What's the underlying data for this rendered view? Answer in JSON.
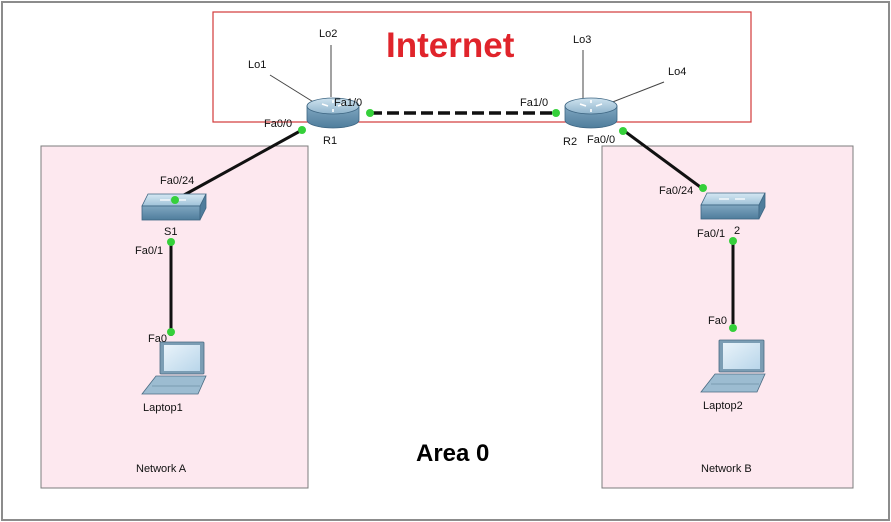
{
  "areas": {
    "internet": "Internet",
    "network_a": "Network A",
    "network_b": "Network B",
    "area0": "Area 0"
  },
  "devices": {
    "r1": "R1",
    "r2": "R2",
    "s1": "S1",
    "s2": "2",
    "laptop1": "Laptop1",
    "laptop2": "Laptop2"
  },
  "loopbacks": {
    "lo1": "Lo1",
    "lo2": "Lo2",
    "lo3": "Lo3",
    "lo4": "Lo4"
  },
  "ports": {
    "r1_fa00": "Fa0/0",
    "r1_fa10": "Fa1/0",
    "r2_fa10": "Fa1/0",
    "r2_fa00": "Fa0/0",
    "s1_fa024": "Fa0/24",
    "s1_fa01": "Fa0/1",
    "laptop1_fa0": "Fa0",
    "s2_fa024": "Fa0/24",
    "s2_fa01": "Fa0/1",
    "laptop2_fa0": "Fa0"
  },
  "colors": {
    "internet_text": "#e0242b",
    "internet_border": "#d23a3a",
    "network_fill": "#fde8ef",
    "link_up": "#35d03a",
    "device_blue": "#6f9fbd"
  }
}
